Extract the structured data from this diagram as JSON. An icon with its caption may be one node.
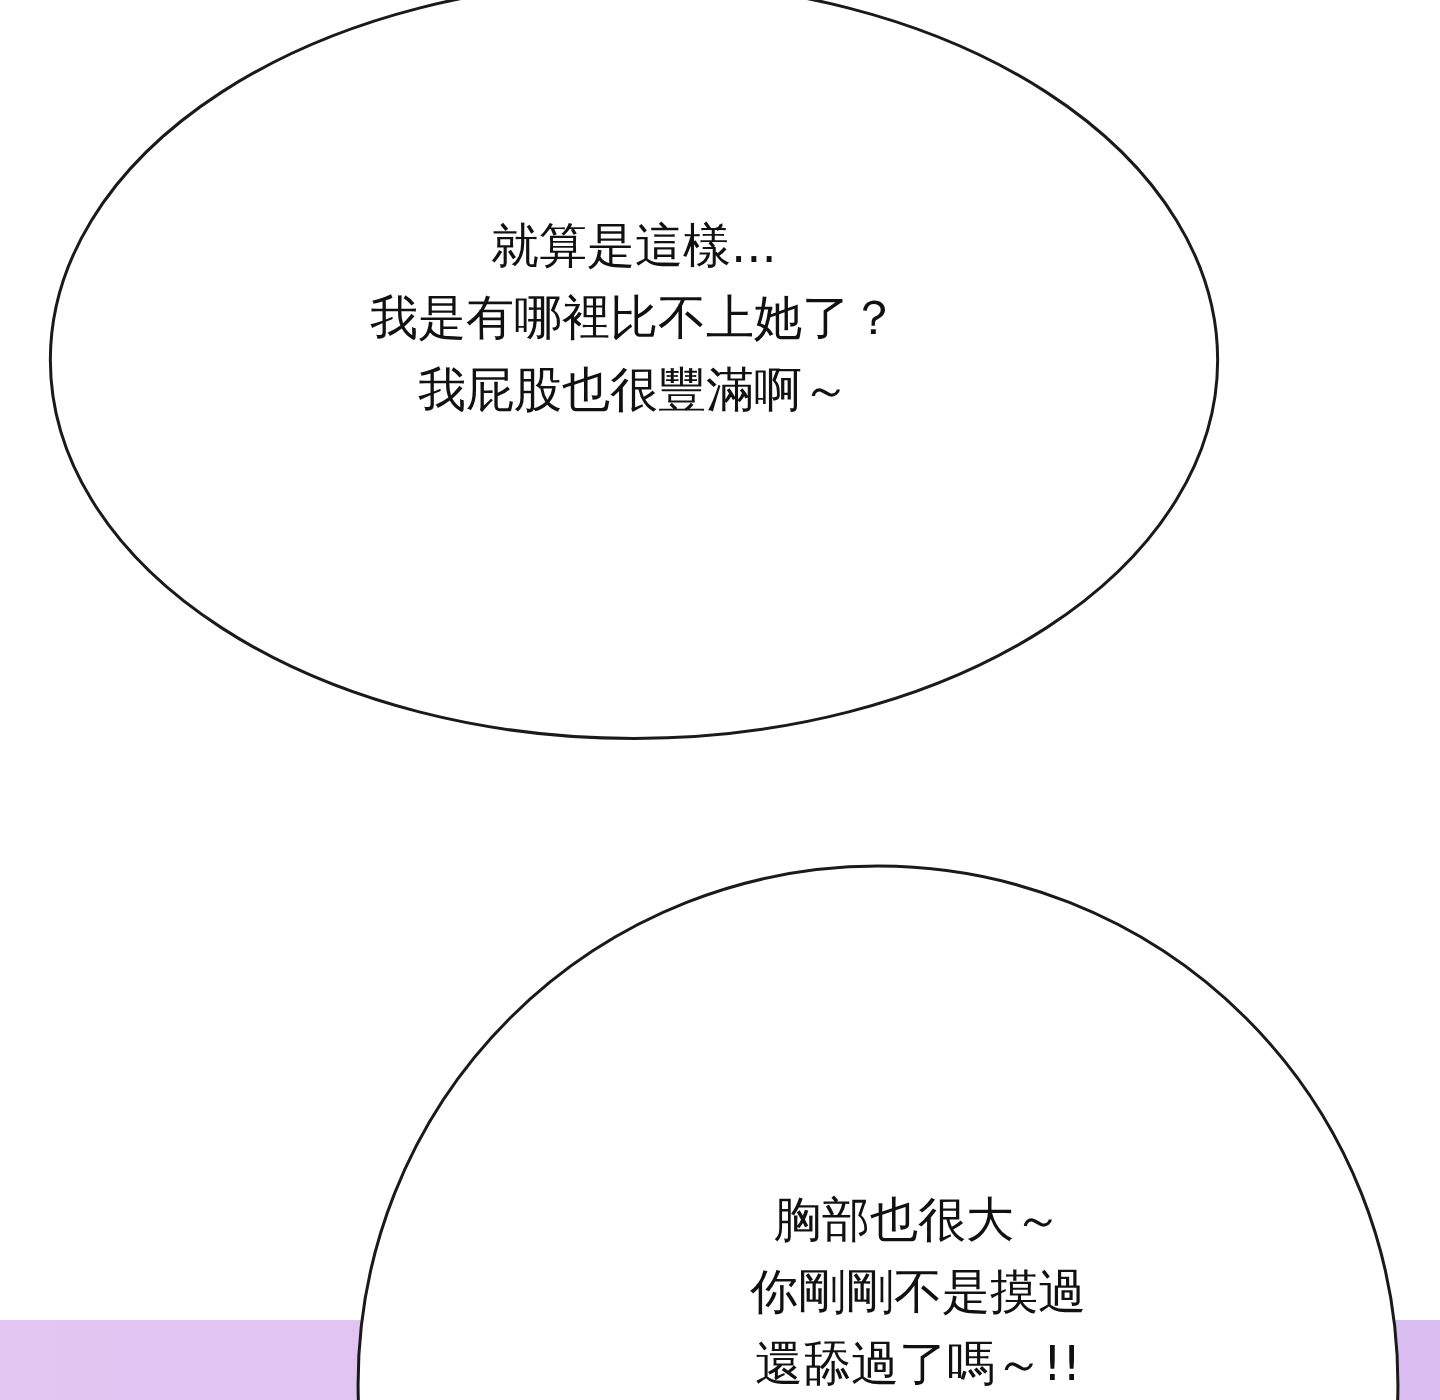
{
  "diagram": {
    "nodes": [
      {
        "text": [
          "就算是這樣...",
          "我是有哪裡比不上她了？",
          "我屁股也很豐滿啊～"
        ]
      },
      {
        "text": [
          "胸部也很大～",
          "你剛剛不是摸過",
          "還舔過了嗎～!!"
        ]
      }
    ]
  }
}
